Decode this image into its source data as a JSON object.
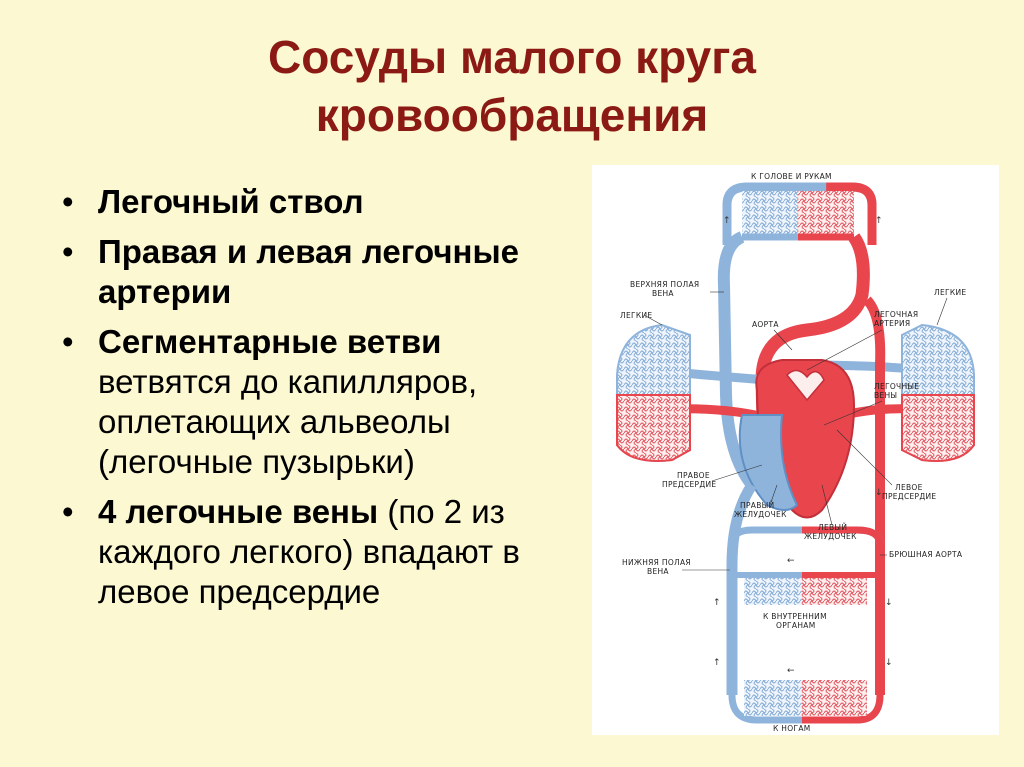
{
  "title": {
    "line1": "Сосуды малого круга",
    "line2": "кровообращения"
  },
  "bullets": [
    {
      "bold": "Легочный ствол",
      "normal": ""
    },
    {
      "bold": "Правая и левая легочные артерии",
      "normal": ""
    },
    {
      "bold": "Сегментарные ветви",
      "normal": " ветвятся до капилляров, оплетающих альвеолы (легочные пузырьки)"
    },
    {
      "bold": "4 легочные вены",
      "normal": " (по 2 из каждого легкого) впадают в левое предсердие"
    }
  ],
  "diagram": {
    "labels": {
      "head_arms": "К ГОЛОВЕ И РУКАМ",
      "svc_1": "ВЕРХНЯЯ ПОЛАЯ",
      "svc_2": "ВЕНА",
      "lungs_left": "ЛЕГКИЕ",
      "lungs_right": "ЛЕГКИЕ",
      "aorta": "АОРТА",
      "pulm_artery_1": "ЛЕГОЧНАЯ",
      "pulm_artery_2": "АРТЕРИЯ",
      "pulm_veins_1": "ЛЕГОЧНЫЕ",
      "pulm_veins_2": "ВЕНЫ",
      "right_atrium_1": "ПРАВОЕ",
      "right_atrium_2": "ПРЕДСЕРДИЕ",
      "right_ventricle_1": "ПРАВЫЙ",
      "right_ventricle_2": "ЖЕЛУДОЧЕК",
      "left_atrium_1": "ЛЕВОЕ",
      "left_atrium_2": "ПРЕДСЕРДИЕ",
      "left_ventricle_1": "ЛЕВЫЙ",
      "left_ventricle_2": "ЖЕЛУДОЧЕК",
      "abdominal_aorta": "БРЮШНАЯ АОРТА",
      "ivc_1": "НИЖНЯЯ ПОЛАЯ",
      "ivc_2": "ВЕНА",
      "internal_1": "К ВНУТРЕННИМ",
      "internal_2": "ОРГАНАМ",
      "legs": "К НОГАМ"
    },
    "colors": {
      "arterial": "#e8454d",
      "venous": "#8fb4dc"
    }
  }
}
